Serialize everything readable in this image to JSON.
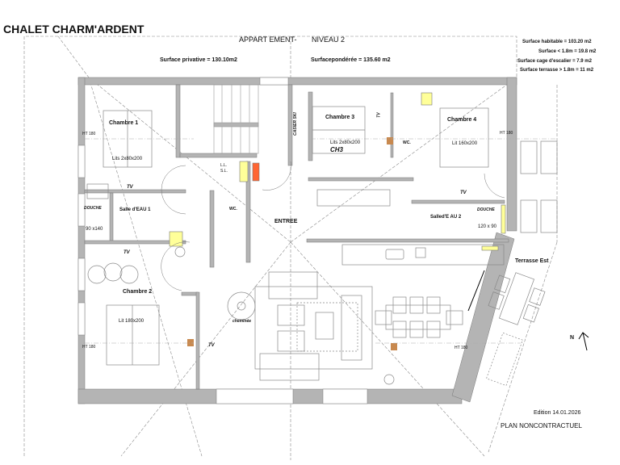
{
  "title": "CHALET CHARM'ARDENT",
  "subtitle": {
    "part1": "APPART EMENT-",
    "part2": "NIVEAU 2"
  },
  "surfaces": {
    "privative": "Surface privative = 130.10m2",
    "ponderee": "Surfacepondérée = 135.60 m2",
    "habitable": "Surface habitable = 103.20 m2",
    "under_18": "Surface < 1.8m = 19.8 m2",
    "cage_escalier": "Surface cage d'escalier = 7.9 m2",
    "terrasse": "Surface terrasse > 1.8m = 11 m2"
  },
  "rooms": {
    "chambre1": {
      "name": "Chambre 1",
      "bed": "Lits 2x80x200",
      "ht": "HT 180",
      "tv": "TV"
    },
    "salle_eau1": {
      "name": "Salle d'EAU 1",
      "douche": "DOUCHE",
      "douche_size": "90 x140"
    },
    "ll": "L.L.",
    "sl": "S.L.",
    "wc1": "WC.",
    "entree": "ENTREE",
    "casier": "CASIER SKI",
    "chambre3": {
      "name": "Chambre 3",
      "bed": "Lits 2x80x200",
      "code": "CH3",
      "tv": "TV"
    },
    "wc2": "WC.",
    "chambre4": {
      "name": "Chambre 4",
      "bed": "Lit 160x200",
      "ht": "HT 180",
      "tv": "TV"
    },
    "salle_eau2": {
      "name": "Salled'E AU 2",
      "douche": "DOUCHE",
      "douche_size": "120 x 90"
    },
    "chambre2": {
      "name": "Chambre 2",
      "bed": "Lit 180x200",
      "ht": "HT 180",
      "tv": "TV",
      "tv2": "TV"
    },
    "cheminee": "cheminée",
    "sejour_ht": "HT 180",
    "terrasse": "Terrasse Est"
  },
  "north": "N",
  "edition": "Edition 14.01.2026",
  "disclaimer": "PLAN NONCONTRACTUEL",
  "colors": {
    "wall": "#b4b4b4",
    "yellow": "#ffff99",
    "orange": "#ff6633",
    "column": "#c8894f"
  }
}
